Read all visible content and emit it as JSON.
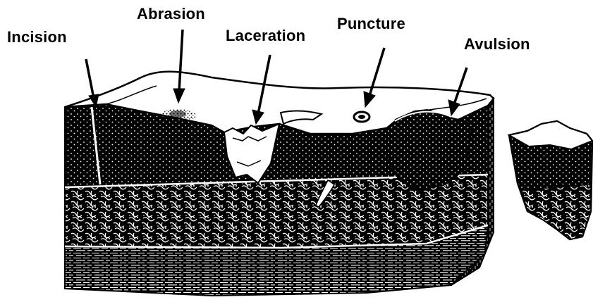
{
  "labels": {
    "incision": "Incision",
    "abrasion": "Abrasion",
    "laceration": "Laceration",
    "puncture": "Puncture",
    "avulsion": "Avulsion"
  },
  "colors": {
    "ink": "#000000",
    "paper": "#ffffff"
  }
}
